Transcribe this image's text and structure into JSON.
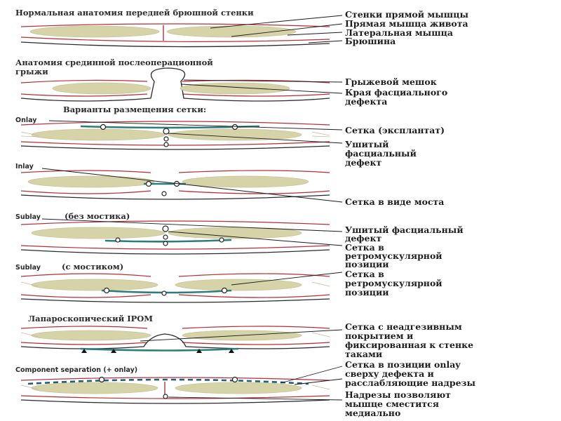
{
  "sections": {
    "normal_title": "Нормальная анатомия передней брюшной стенки",
    "hernia_title_1": "Анатомия срединной послеоперационной",
    "hernia_title_2": "грыжи",
    "variants_title": "Варианты размещения сетки:",
    "onlay": "Onlay",
    "inlay": "Inlay",
    "sublay1": "Sublay",
    "sublay1_note": "(без мостика)",
    "sublay2": "Sublay",
    "sublay2_note": "(с мостиком)",
    "ipom": "Лапароскопический IPOM",
    "component": "Component separation (+ onlay)"
  },
  "labels": {
    "l1": "Стенки прямой мышцы",
    "l2": "Прямая мышца живота",
    "l3": "Латеральная мышца",
    "l4": "Брюшина",
    "l5": "Грыжевой мешок",
    "l6a": "Края фасциального",
    "l6b": "дефекта",
    "l7": "Сетка (эксплантат)",
    "l8a": "Ушитый",
    "l8b": "фасциальный",
    "l8c": "дефект",
    "l9": "Сетка в виде моста",
    "l10a": "Ушитый фасциальный",
    "l10b": "дефект",
    "l11a": "Сетка в",
    "l11b": "ретромускулярной",
    "l11c": "позиции",
    "l12a": "Сетка в",
    "l12b": "ретромускулярной",
    "l12c": "позиции",
    "l13a": "Сетка с неадгезивным",
    "l13b": "покрытием и",
    "l13c": "фиксированная к стенке",
    "l13d": "таками",
    "l14a": "Сетка в позиции onlay",
    "l14b": "сверху дефекта и",
    "l14c": "расслабляющие надрезы",
    "l15a": "Надрезы позволяют",
    "l15b": "мышце сместится",
    "l15c": "медиально"
  },
  "colors": {
    "muscle": "#d6d3a8",
    "fascia": "#b0303a",
    "mesh": "#2e7d7a",
    "mesh_dashed": "#1f5f79"
  }
}
